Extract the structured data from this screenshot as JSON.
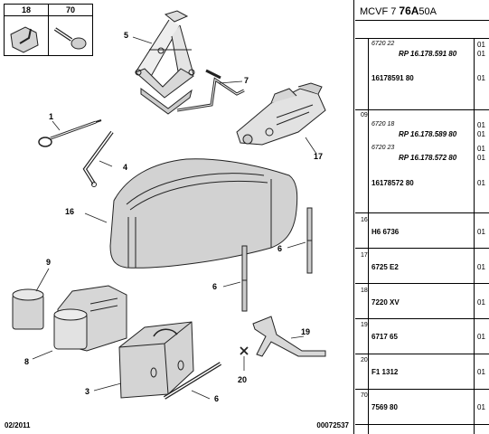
{
  "inset": {
    "items": [
      {
        "num": "18"
      },
      {
        "num": "70"
      }
    ]
  },
  "callouts": {
    "c1": "1",
    "c3": "3",
    "c4": "4",
    "c5": "5",
    "c6a": "6",
    "c6b": "6",
    "c6c": "6",
    "c7": "7",
    "c8": "8",
    "c9": "9",
    "c16": "16",
    "c17": "17",
    "c19": "19",
    "c20": "20"
  },
  "footer": {
    "date": "02/2011",
    "ref": "00072537"
  },
  "header": {
    "prefix": "MCVF 7",
    "code_bold": "76A",
    "suffix": "50A"
  },
  "rows": [
    {
      "label": "",
      "lines": [
        {
          "text": "6720 22",
          "style": "italic",
          "qty": "01"
        },
        {
          "text": "RP 16.178.591 80",
          "style": "ref",
          "qty": "01"
        },
        {
          "text": "16178591 80",
          "style": "main",
          "qty": "01"
        }
      ]
    },
    {
      "label": "09",
      "lines": [
        {
          "text": "6720 18",
          "style": "italic",
          "qty": "01"
        },
        {
          "text": "RP 16.178.589 80",
          "style": "ref",
          "qty": "01"
        },
        {
          "text": "6720 23",
          "style": "italic",
          "qty": "01"
        },
        {
          "text": "RP 16.178.572 80",
          "style": "ref",
          "qty": "01"
        },
        {
          "text": "16178572 80",
          "style": "main",
          "qty": "01"
        }
      ]
    },
    {
      "label": "16",
      "lines": [
        {
          "text": "H6 6736",
          "style": "main",
          "qty": "01"
        }
      ]
    },
    {
      "label": "17",
      "lines": [
        {
          "text": "6725 E2",
          "style": "main",
          "qty": "01"
        }
      ]
    },
    {
      "label": "18",
      "lines": [
        {
          "text": "7220 XV",
          "style": "main",
          "qty": "01"
        }
      ]
    },
    {
      "label": "19",
      "lines": [
        {
          "text": "6717 65",
          "style": "main",
          "qty": "01"
        }
      ]
    },
    {
      "label": "20",
      "lines": [
        {
          "text": "F1 1312",
          "style": "main",
          "qty": "01"
        }
      ]
    },
    {
      "label": "70",
      "lines": [
        {
          "text": "7569 80",
          "style": "main",
          "qty": "01"
        }
      ]
    }
  ]
}
